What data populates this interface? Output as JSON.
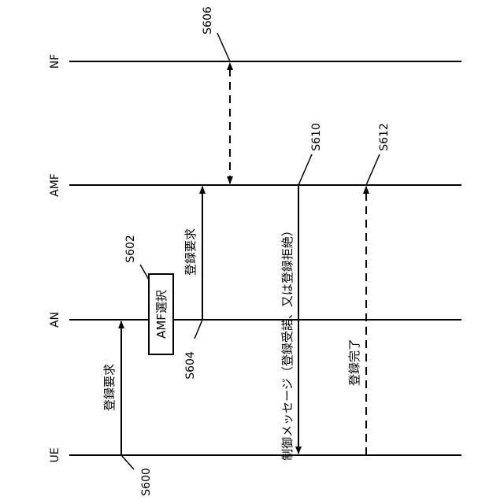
{
  "entities": {
    "nf": "NF",
    "amf": "AMF",
    "an": "AN",
    "ue": "UE"
  },
  "steps": {
    "s600": "S600",
    "s602": "S602",
    "s604": "S604",
    "s606": "S606",
    "s610": "S610",
    "s612": "S612"
  },
  "messages": {
    "reg_request_ue_an": "登録要求",
    "amf_select": "AMF選択",
    "reg_request_an_amf": "登録要求",
    "control_message": "制御メッセージ（登録受諾、又は登録拒絶）",
    "reg_complete": "登録完了"
  },
  "colors": {
    "line": "#000000",
    "background": "#ffffff"
  }
}
